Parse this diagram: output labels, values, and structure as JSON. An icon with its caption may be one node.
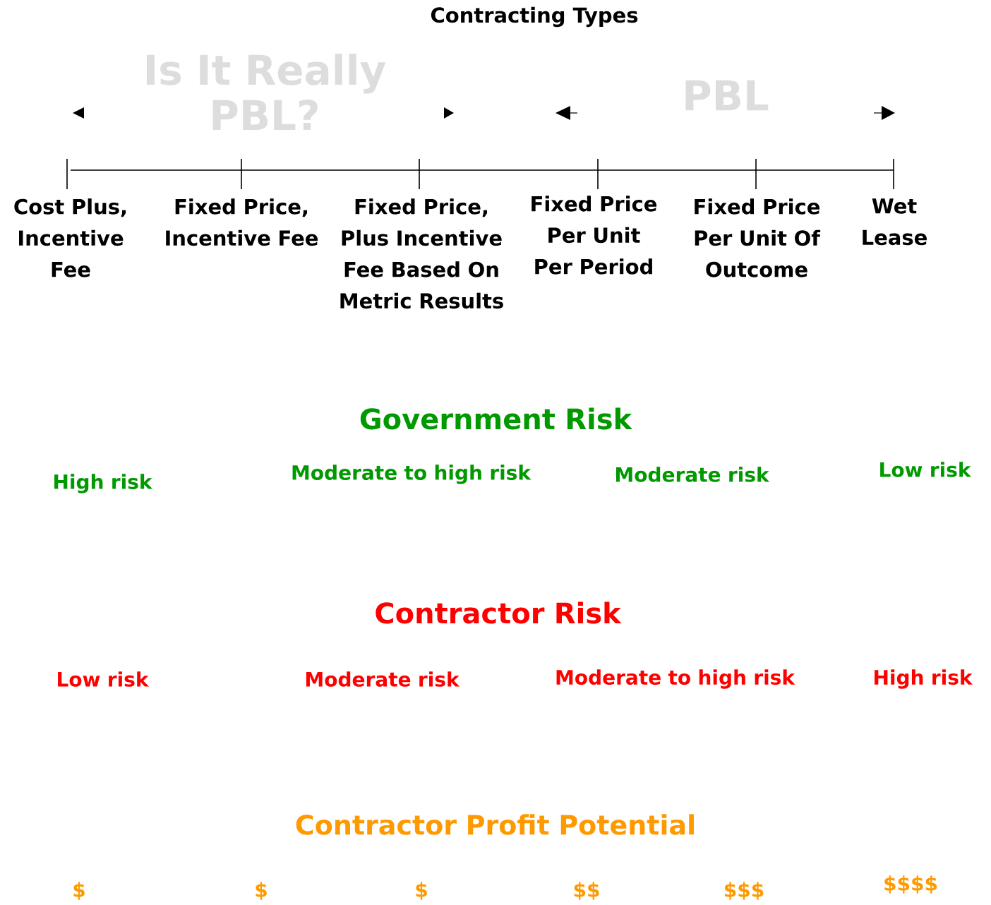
{
  "diagram": {
    "title": "Contracting Types",
    "labels": [
      "Is It Really PBL?",
      "PBL",
      "Cost Plus, Incentive Fee",
      "Fixed Price, Incentive Fee",
      "Fixed Price, Plus Incentive Fee Based On Metric Results",
      "Fixed Price Per Unit Per Period",
      "Fixed Price Per Unit Of Outcome",
      "Wet Lease",
      "Government Risk",
      "High risk",
      "Moderate to high risk",
      "Moderate risk",
      "Low risk",
      "Contractor Risk",
      "Low risk",
      "Moderate risk",
      "Moderate to high risk",
      "High risk",
      "Contractor Profit Potential",
      "$",
      "$",
      "$",
      "$$",
      "$$$",
      "$$$$"
    ]
  }
}
